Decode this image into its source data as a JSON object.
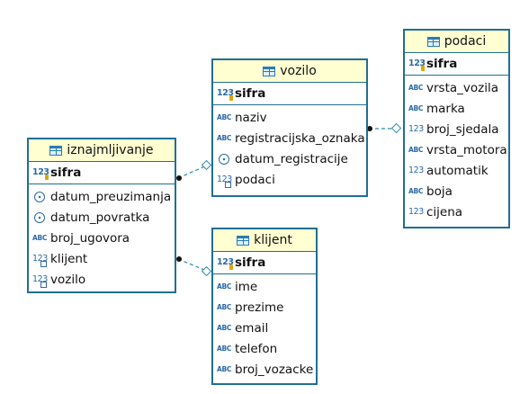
{
  "entities": {
    "vozilo": {
      "name": "vozilo",
      "pk": {
        "name": "sifra",
        "type_icon": "numeric-key-icon"
      },
      "columns": [
        {
          "name": "naziv",
          "icon": "text-type-icon"
        },
        {
          "name": "registracijska_oznaka",
          "icon": "text-type-icon"
        },
        {
          "name": "datum_registracije",
          "icon": "date-type-icon"
        },
        {
          "name": "podaci",
          "icon": "numeric-foreign-key-icon"
        }
      ]
    },
    "podaci": {
      "name": "podaci",
      "pk": {
        "name": "sifra",
        "type_icon": "numeric-key-icon"
      },
      "columns": [
        {
          "name": "vrsta_vozila",
          "icon": "text-type-icon"
        },
        {
          "name": "marka",
          "icon": "text-type-icon"
        },
        {
          "name": "broj_sjedala",
          "icon": "numeric-type-icon"
        },
        {
          "name": "vrsta_motora",
          "icon": "text-type-icon"
        },
        {
          "name": "automatik",
          "icon": "numeric-type-icon"
        },
        {
          "name": "boja",
          "icon": "text-type-icon"
        },
        {
          "name": "cijena",
          "icon": "numeric-type-icon"
        }
      ]
    },
    "iznajmljivanje": {
      "name": "iznajmljivanje",
      "pk": {
        "name": "sifra",
        "type_icon": "numeric-key-icon"
      },
      "columns": [
        {
          "name": "datum_preuzimanja",
          "icon": "date-type-icon"
        },
        {
          "name": "datum_povratka",
          "icon": "date-type-icon"
        },
        {
          "name": "broj_ugovora",
          "icon": "text-type-icon"
        },
        {
          "name": "klijent",
          "icon": "numeric-foreign-key-icon"
        },
        {
          "name": "vozilo",
          "icon": "numeric-foreign-key-icon"
        }
      ]
    },
    "klijent": {
      "name": "klijent",
      "pk": {
        "name": "sifra",
        "type_icon": "numeric-key-icon"
      },
      "columns": [
        {
          "name": "ime",
          "icon": "text-type-icon"
        },
        {
          "name": "prezime",
          "icon": "text-type-icon"
        },
        {
          "name": "email",
          "icon": "text-type-icon"
        },
        {
          "name": "telefon",
          "icon": "text-type-icon"
        },
        {
          "name": "broj_vozacke",
          "icon": "text-type-icon"
        }
      ]
    }
  },
  "icon_glyphs": {
    "numeric": "123",
    "text": "ABC"
  },
  "relationships": [
    {
      "from": "vozilo",
      "to": "podaci"
    },
    {
      "from": "iznajmljivanje",
      "to": "vozilo"
    },
    {
      "from": "iznajmljivanje",
      "to": "klijent"
    }
  ],
  "colors": {
    "border": "#1f6f93",
    "header": "#ffffd2",
    "icon": "#2a6aa9",
    "pk_key": "#e2a500"
  }
}
